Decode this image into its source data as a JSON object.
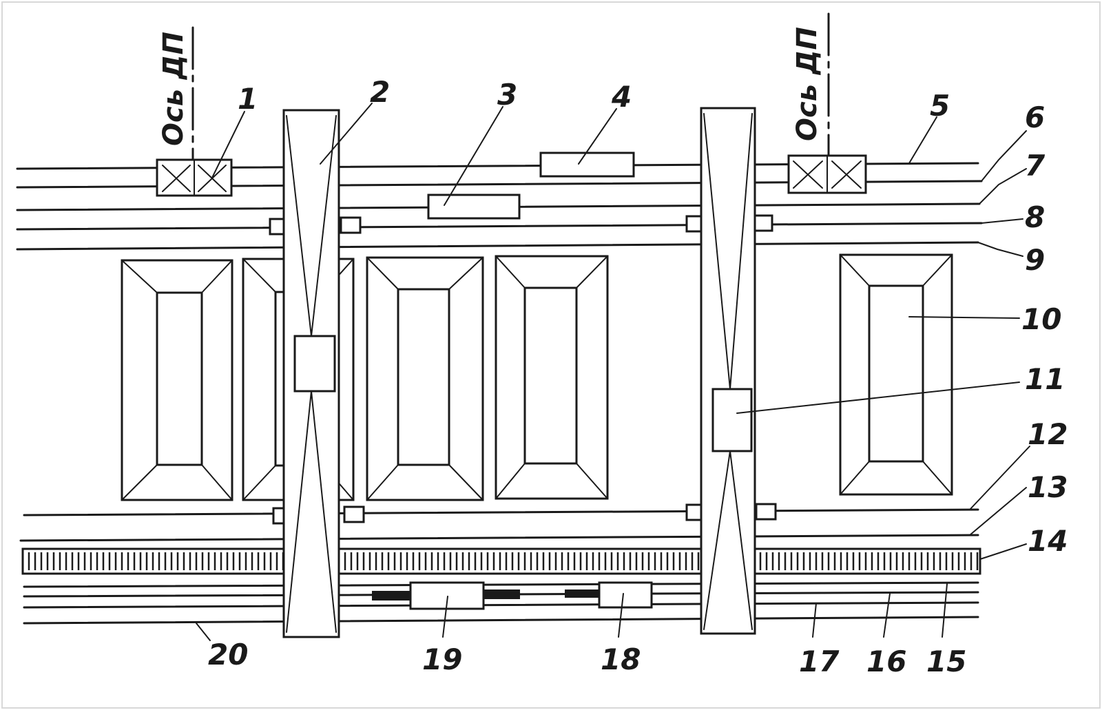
{
  "diagram": {
    "axis_label": "Ось ДП",
    "callouts": [
      "1",
      "2",
      "3",
      "4",
      "5",
      "6",
      "7",
      "8",
      "9",
      "10",
      "11",
      "12",
      "13",
      "14",
      "15",
      "16",
      "17",
      "18",
      "19",
      "20"
    ]
  }
}
